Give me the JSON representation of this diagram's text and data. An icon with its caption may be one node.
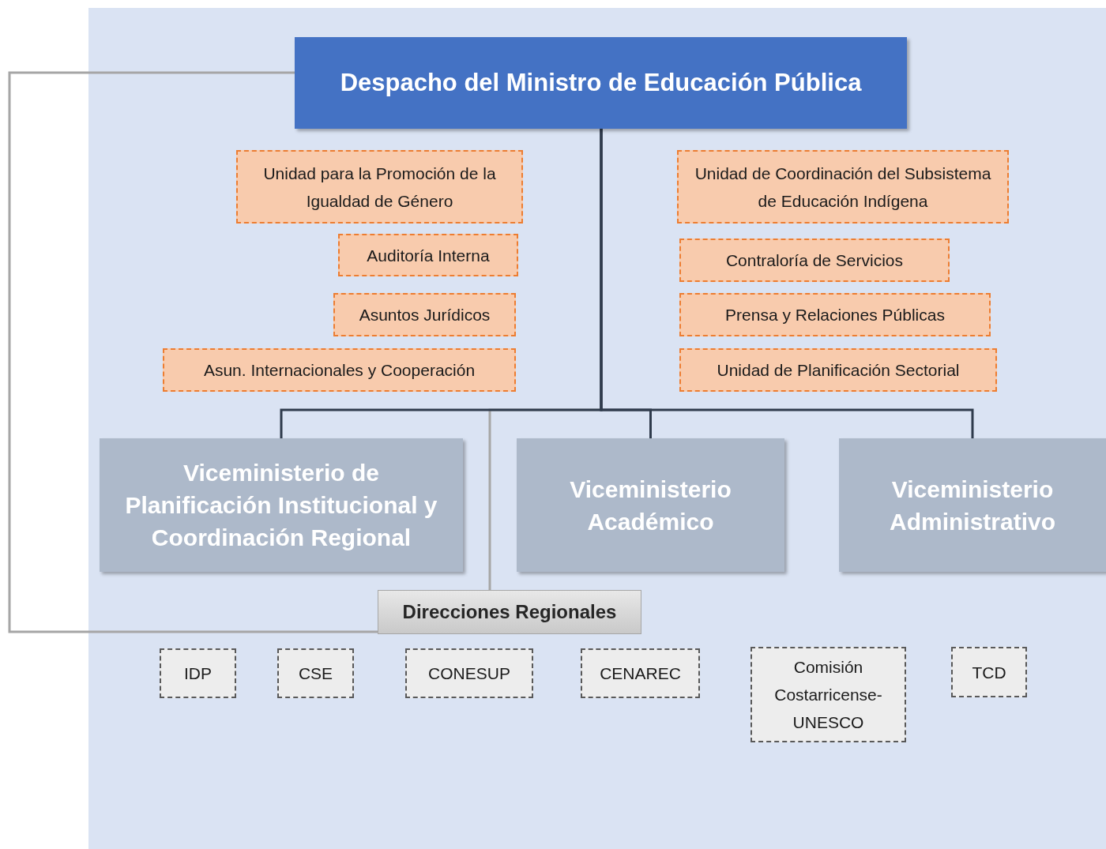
{
  "diagram": {
    "nodes": [
      {
        "text": [
          "Despacho del Ministro de Educación Pública"
        ]
      },
      {
        "text": [
          "Unidad para la Promoción de la Igualdad de Género"
        ]
      },
      {
        "text": [
          "Auditoría Interna"
        ]
      },
      {
        "text": [
          "Asuntos Jurídicos"
        ]
      },
      {
        "text": [
          "Asun. Internacionales y Cooperación"
        ]
      },
      {
        "text": [
          "Unidad de Coordinación del Subsistema de Educación Indígena"
        ]
      },
      {
        "text": [
          "Contraloría de Servicios"
        ]
      },
      {
        "text": [
          "Prensa y Relaciones Públicas"
        ]
      },
      {
        "text": [
          "Unidad de Planificación Sectorial"
        ]
      },
      {
        "text": [
          "Viceministerio de Planificación Institucional y Coordinación Regional"
        ]
      },
      {
        "text": [
          "Viceministerio Académico"
        ]
      },
      {
        "text": [
          "Viceministerio Administrativo"
        ]
      },
      {
        "text": [
          "Direcciones Regionales"
        ]
      },
      {
        "text": [
          "IDP"
        ]
      },
      {
        "text": [
          "CSE"
        ]
      },
      {
        "text": [
          "CONESUP"
        ]
      },
      {
        "text": [
          "CENAREC"
        ]
      },
      {
        "text": [
          "Comisión Costarricense-UNESCO"
        ]
      },
      {
        "text": [
          "TCD"
        ]
      }
    ],
    "edges": [
      {
        "from": 0,
        "to": 12,
        "arrow": "none",
        "color": "#a6a6a6"
      },
      {
        "from": 0,
        "to": 12,
        "arrow": "none",
        "color": "#a6a6a6"
      },
      {
        "from": 0,
        "to": 9,
        "arrow": "none"
      },
      {
        "from": 0,
        "to": 10,
        "arrow": "none"
      },
      {
        "from": 0,
        "to": 11,
        "arrow": "none"
      }
    ]
  }
}
